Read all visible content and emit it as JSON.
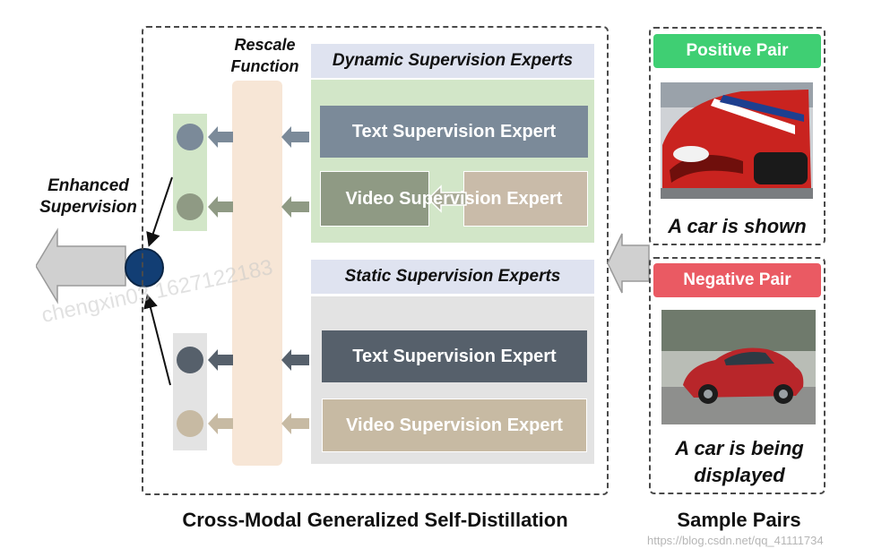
{
  "diagram": {
    "rescale_function": "Rescale Function",
    "enhanced_supervision": "Enhanced Supervision",
    "dynamic_title": "Dynamic Supervision Experts",
    "static_title": "Static Supervision Experts",
    "dynamic_experts": [
      "Text Supervision Expert",
      "Video Supervision Expert"
    ],
    "static_experts": [
      "Text Supervision Expert",
      "Video Supervision Expert"
    ],
    "main_caption": "Cross-Modal Generalized Self-Distillation",
    "sample_caption": "Sample Pairs"
  },
  "samples": {
    "positive_label": "Positive Pair",
    "positive_text": "A car is shown",
    "negative_label": "Negative Pair",
    "negative_text": "A car is being displayed"
  },
  "watermark": {
    "site": "https://blog.csdn.net/qq_41111734",
    "user": "chengxin03 1627122183"
  },
  "colors": {
    "text_expert": "#7b8a99",
    "video_expert_dynamic": "#c9bba9",
    "video_expert_split": "#8f9a84",
    "static_text_expert": "#56606b",
    "static_video_expert": "#c7baa3",
    "dynamic_panel": "#d2e6c8",
    "static_panel": "#e3e3e3",
    "rescale_bar": "#f7e6d6",
    "positive": "#3fcf73",
    "negative": "#ea5a63",
    "output_node": "#123e74"
  }
}
